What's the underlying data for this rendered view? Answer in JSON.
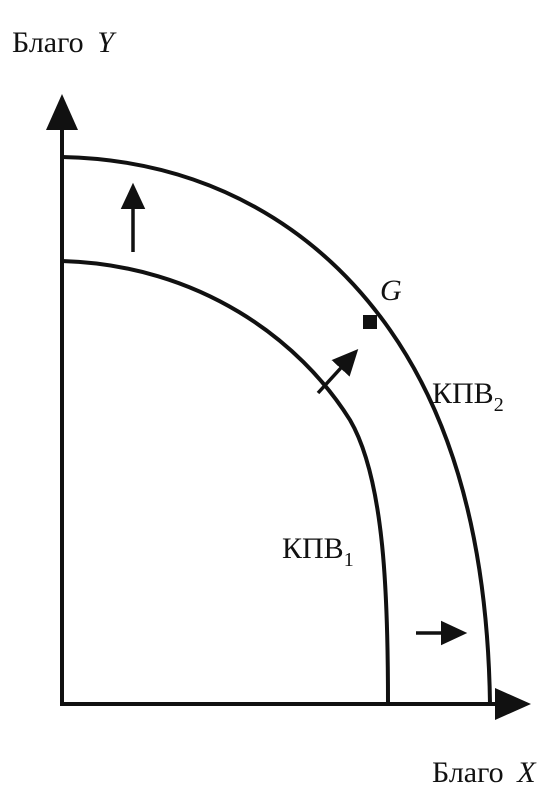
{
  "diagram": {
    "y_axis": {
      "name": "Благо",
      "var": "Y"
    },
    "x_axis": {
      "name": "Благо",
      "var": "X"
    },
    "curves": [
      {
        "id": "ppf1",
        "base": "КПВ",
        "sub": "1"
      },
      {
        "id": "ppf2",
        "base": "КПВ",
        "sub": "2"
      }
    ],
    "point": {
      "label": "G"
    },
    "shift_arrows": [
      "up",
      "diagonal",
      "right"
    ],
    "colors": {
      "ink": "#111111",
      "background": "#ffffff"
    }
  }
}
